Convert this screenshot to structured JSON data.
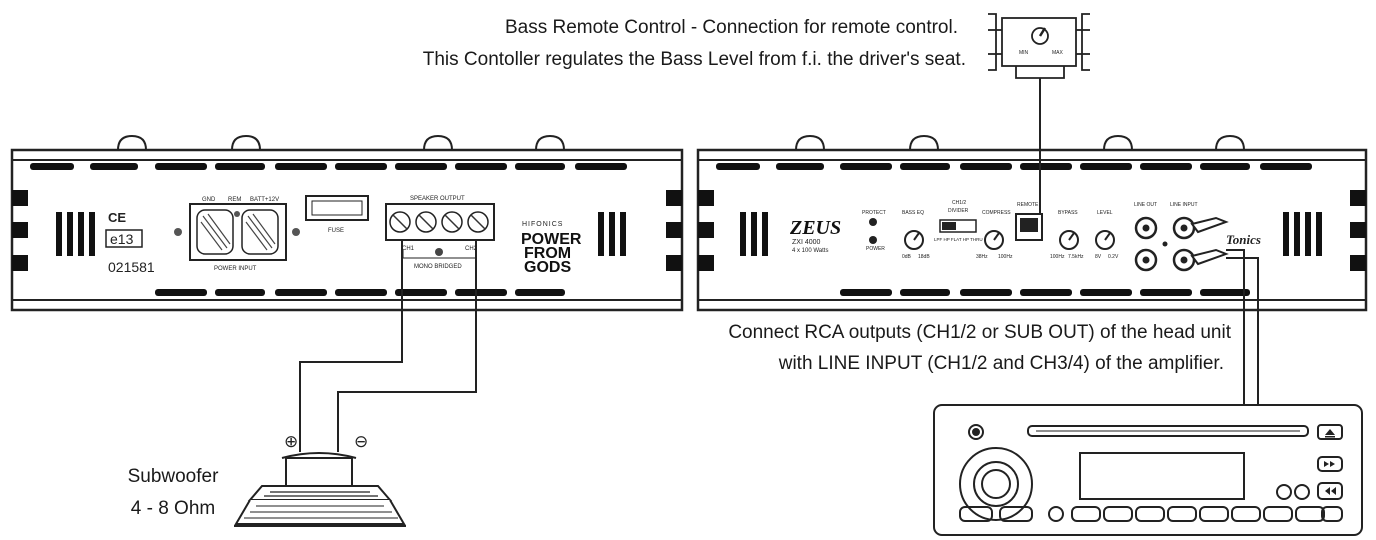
{
  "remote_note": {
    "line1": "Bass Remote Control - Connection for remote control.",
    "line2": "This Contoller regulates the Bass Level from f.i. the driver's seat."
  },
  "rca_note": {
    "line1": "Connect RCA outputs (CH1/2 or SUB OUT) of the head unit",
    "line2": "with LINE INPUT (CH1/2 and CH3/4) of the amplifier."
  },
  "subwoofer_note": {
    "line1": "Subwoofer",
    "line2": "4 - 8 Ohm"
  },
  "left_amp": {
    "ce_mark": "CE",
    "e13_mark": "e13",
    "serial": "021581",
    "power_labels": [
      "GND",
      "REM",
      "BATT+12V"
    ],
    "power_input": "POWER INPUT",
    "fuse": "FUSE",
    "speaker_output": "SPEAKER OUTPUT",
    "ch_left": "CH1",
    "ch_right": "CH2",
    "mono_bridged": "MONO BRIDGED",
    "brand": "HIFONICS",
    "slogan": [
      "POWER",
      "FROM",
      "GODS"
    ]
  },
  "right_amp": {
    "model_name": "ZEUS",
    "model_number": "ZXI 4000",
    "model_watts": "4 x 100 Watts",
    "protect": "PROTECT",
    "power": "POWER",
    "bass_eq": "BASS EQ",
    "bass_eq_range": [
      "0dB",
      "18dB"
    ],
    "ch12_divider": "CH1/2",
    "ch12_divider_sub": "DIVIDER",
    "divider_modes": "LPF HP FLAT HP THRU",
    "compress": "COMPRESS",
    "compress_range": [
      "38Hz",
      "100Hz"
    ],
    "remote": "REMOTE",
    "bypass": "BYPASS",
    "bypass_range": [
      "100Hz",
      "7.5kHz"
    ],
    "level": "LEVEL",
    "level_range": [
      "8V",
      "0.2V"
    ],
    "line_out": "LINE OUT",
    "line_input": "LINE INPUT",
    "brand_script": "Tonics"
  },
  "remote_unit": {
    "min": "MIN",
    "max": "MAX"
  },
  "subwoofer": {
    "plus": "⊕",
    "minus": "⊖"
  }
}
